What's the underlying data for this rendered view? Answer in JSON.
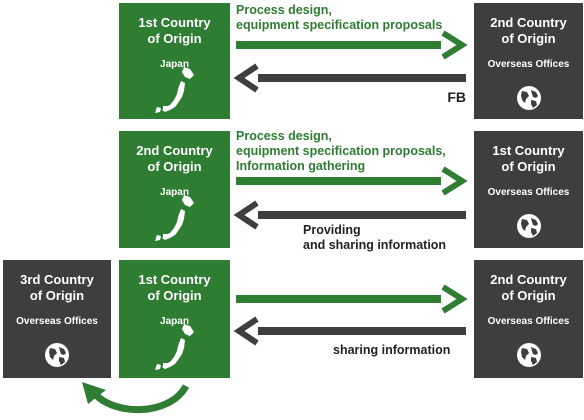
{
  "colors": {
    "green": "#2e7d32",
    "dark": "#3e3e3e",
    "arrow_green": "#2e7d32",
    "arrow_dark": "#3e3e3e"
  },
  "rows": [
    {
      "japan": {
        "title": "1st Country\nof Origin",
        "sub": "Japan",
        "icon": "japan-map-icon"
      },
      "overseas": {
        "title": "2nd Country\nof Origin",
        "sub": "Overseas Offices",
        "icon": "globe-icon"
      },
      "top_label": "Process design,\nequipment specification proposals",
      "bottom_label": "FB"
    },
    {
      "japan": {
        "title": "2nd Country\nof Origin",
        "sub": "Japan",
        "icon": "japan-map-icon"
      },
      "overseas": {
        "title": "1st Country\nof Origin",
        "sub": "Overseas Offices",
        "icon": "globe-icon"
      },
      "top_label": "Process design,\nequipment specification proposals,\nInformation gathering",
      "bottom_label": "Providing\nand sharing information"
    },
    {
      "third": {
        "title": "3rd Country\nof Origin",
        "sub": "Overseas Offices",
        "icon": "globe-icon"
      },
      "japan": {
        "title": "1st Country\nof Origin",
        "sub": "Japan",
        "icon": "japan-map-icon"
      },
      "overseas": {
        "title": "2nd Country\nof Origin",
        "sub": "Overseas Offices",
        "icon": "globe-icon"
      },
      "bottom_label": "sharing information"
    }
  ]
}
